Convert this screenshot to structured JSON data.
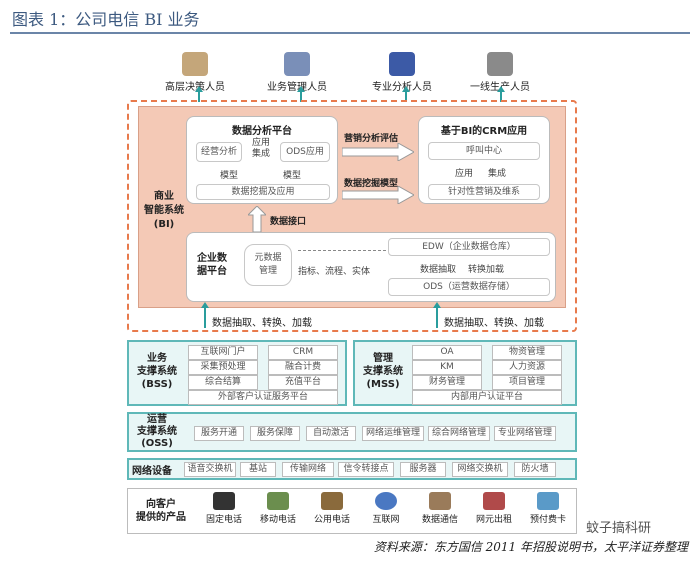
{
  "title": "图表 1：公司电信 BI 业务",
  "users": [
    "高层决策人员",
    "业务管理人员",
    "专业分析人员",
    "一线生产人员"
  ],
  "bi": {
    "label": "商业\n智能系统\n(BI)",
    "analysis": {
      "title": "数据分析平台",
      "items": [
        "经营分析",
        "应用\n集成",
        "ODS应用"
      ],
      "model_left": "模型",
      "model_right": "模型",
      "mining": "数据挖掘及应用"
    },
    "arrow_marketing": "营销分析评估",
    "arrow_mining": "数据挖掘模型",
    "crm": {
      "title": "基于BI的CRM应用",
      "call": "呼叫中心",
      "app": "应用",
      "integ": "集成",
      "marketing": "针对性营销及维系"
    },
    "interface_top": "数据接口",
    "enterprise": {
      "title": "企业数\n据平台",
      "meta": "元数据\n管理",
      "edw": "EDW（企业数据仓库）",
      "etl_label": "数据抽取",
      "etl_label2": "转换加载",
      "ods": "ODS（运营数据存储）",
      "arrow_text": "指标、流程、实体"
    },
    "bottom_left": "数据抽取、转换、加载",
    "bottom_right": "数据抽取、转换、加载"
  },
  "bss": {
    "label": "业务\n支撑系统\n(BSS)",
    "cells": [
      "互联网门户",
      "CRM",
      "采集预处理",
      "融合计费",
      "综合结算",
      "充值平台"
    ],
    "wide": "外部客户认证服务平台"
  },
  "mss": {
    "label": "管理\n支撑系统\n(MSS)",
    "cells": [
      "OA",
      "物资管理",
      "KM",
      "人力资源",
      "财务管理",
      "项目管理"
    ],
    "wide": "内部用户认证平台"
  },
  "oss": {
    "label": "运营\n支撑系统\n(OSS)",
    "cells": [
      "服务开通",
      "服务保障",
      "自动激活",
      "网络运维管理",
      "综合网络管理",
      "专业网络管理"
    ]
  },
  "network": {
    "label": "网络设备",
    "cells": [
      "语音交换机",
      "基站",
      "传输网络",
      "信令转接点",
      "服务器",
      "网络交换机",
      "防火墙"
    ]
  },
  "products": {
    "label": "向客户\n提供的产品",
    "items": [
      "固定电话",
      "移动电话",
      "公用电话",
      "互联网",
      "数据通信",
      "网元出租",
      "预付费卡"
    ]
  },
  "watermark": "蚊子搞科研",
  "source": "资料来源：东方国信 2011 年招股说明书，太平洋证券整理",
  "colors": {
    "title": "#3d5a80",
    "teal": "#2a9d9d",
    "bi_bg": "#f4c9b6",
    "bi_border": "#e87a4c",
    "panel_bg": "#e8f6f6"
  }
}
